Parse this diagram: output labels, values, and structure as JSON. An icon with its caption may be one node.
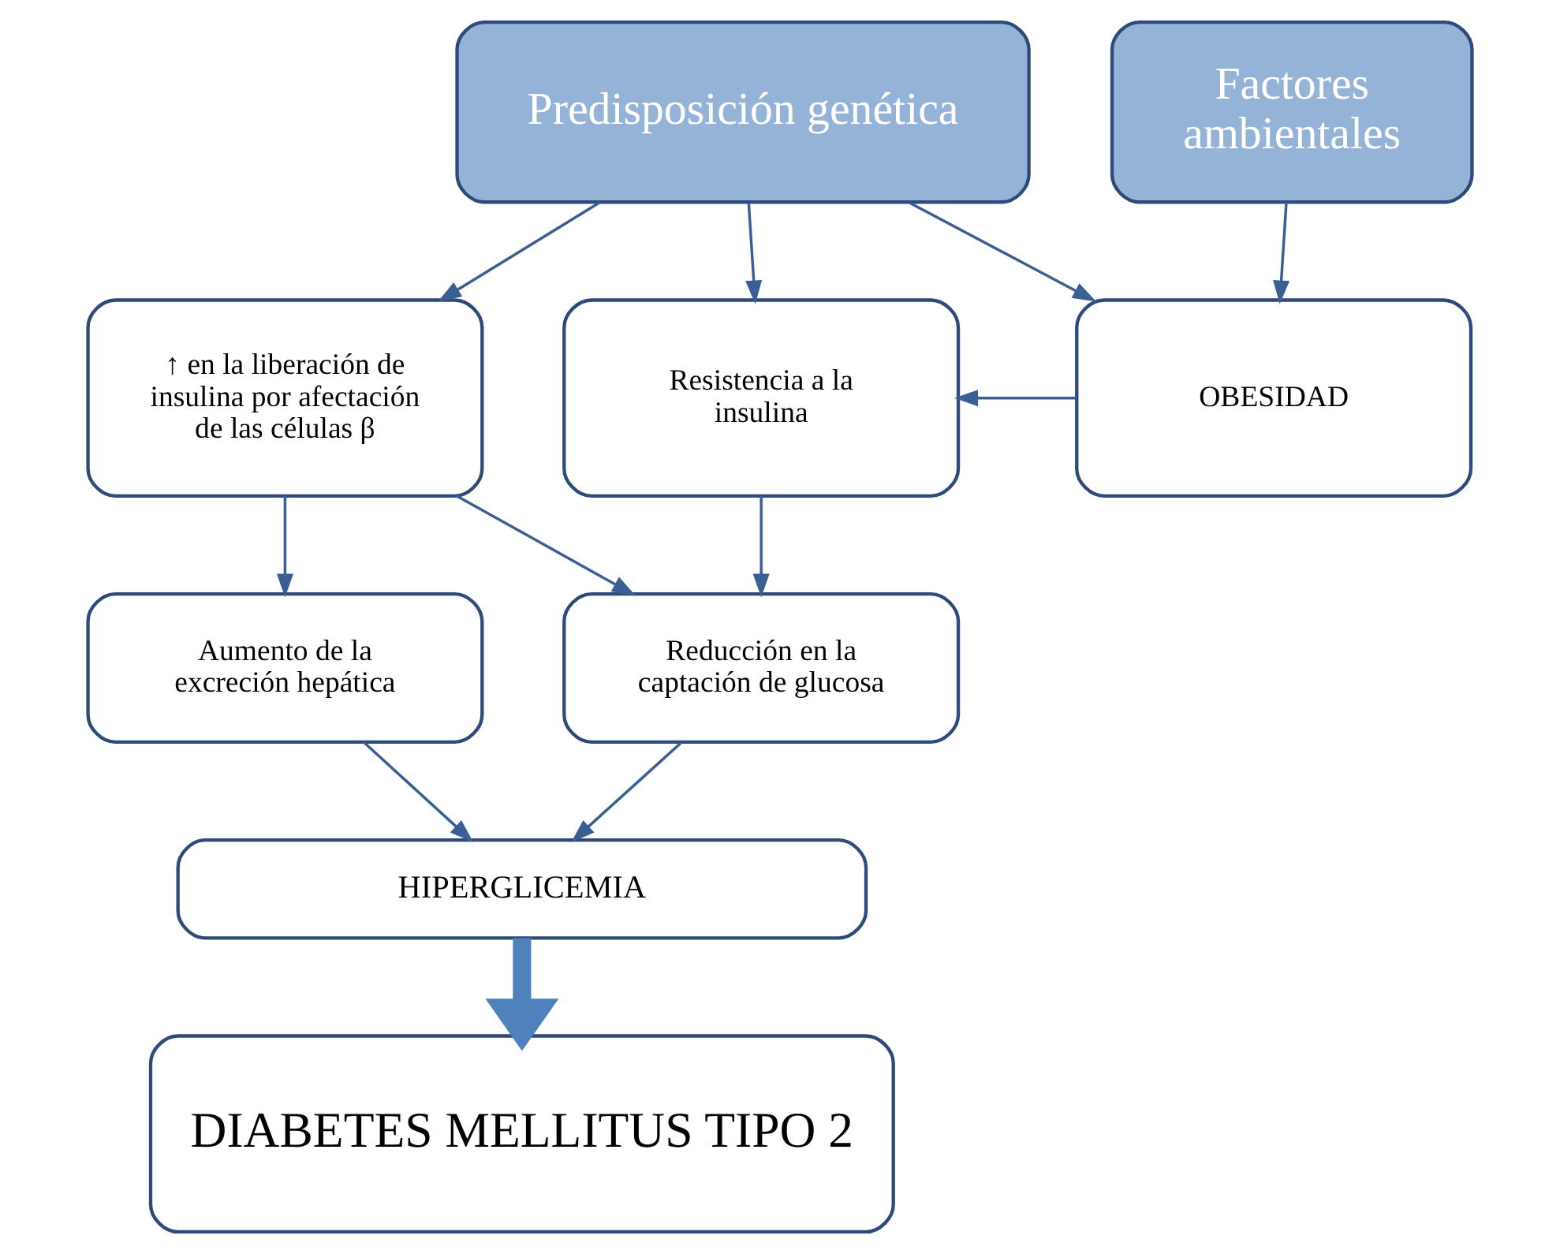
{
  "diagram": {
    "nodes": [
      {
        "text": [
          "Predisposición genética"
        ]
      },
      {
        "text": [
          "Factores ambientales"
        ]
      },
      {
        "text": [
          "↑ en la liberación de insulina por afectación de las células β"
        ]
      },
      {
        "text": [
          "Resistencia a la insulina"
        ]
      },
      {
        "text": [
          "OBESIDAD"
        ]
      },
      {
        "text": [
          "Aumento de la excreción hepática"
        ]
      },
      {
        "text": [
          "Reducción en la captación de glucosa"
        ]
      },
      {
        "text": [
          "HIPERGLICEMIA"
        ]
      },
      {
        "text": [
          "DIABETES MELLITUS TIPO 2"
        ]
      }
    ],
    "edges": [
      {
        "from": 0,
        "to": 2,
        "arrow": "to"
      },
      {
        "from": 0,
        "to": 3,
        "arrow": "to"
      },
      {
        "from": 0,
        "to": 4,
        "arrow": "to"
      },
      {
        "from": 1,
        "to": 4,
        "arrow": "to"
      },
      {
        "from": 4,
        "to": 3,
        "arrow": "to"
      },
      {
        "from": 2,
        "to": 5,
        "arrow": "to"
      },
      {
        "from": 2,
        "to": 6,
        "arrow": "to"
      },
      {
        "from": 3,
        "to": 6,
        "arrow": "to"
      },
      {
        "from": 5,
        "to": 7,
        "arrow": "to"
      },
      {
        "from": 6,
        "to": 7,
        "arrow": "to"
      },
      {
        "from": 7,
        "to": 8,
        "arrow": "to",
        "style": "thick",
        "color": "#4f81bd"
      }
    ]
  }
}
